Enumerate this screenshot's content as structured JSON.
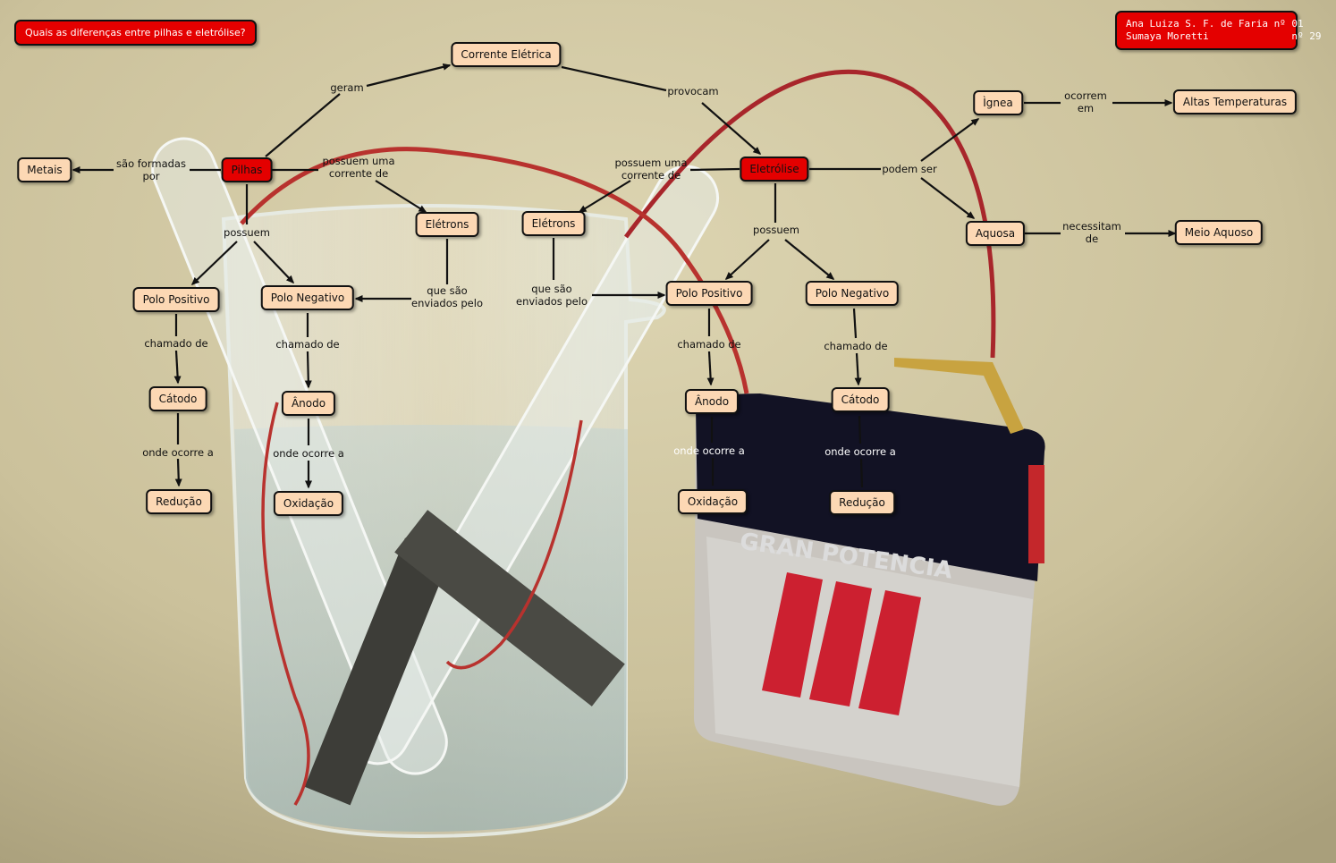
{
  "title_box": "Quais as diferenças entre pilhas e eletrólise?",
  "authors": [
    "Ana Luiza S. F. de Faria nº 01",
    "Sumaya Moretti              nº 29"
  ],
  "photo_text": "GRAN POTENCIA",
  "concepts": {
    "corrente": "Corrente Elétrica",
    "pilhas": "Pilhas",
    "eletrolise": "Eletrólise",
    "metais": "Metais",
    "eletrons_a": "Elétrons",
    "eletrons_b": "Elétrons",
    "polo_pos_a": "Polo Positivo",
    "polo_neg_a": "Polo Negativo",
    "polo_pos_b": "Polo Positivo",
    "polo_neg_b": "Polo Negativo",
    "catodo_a": "Cátodo",
    "anodo_a": "Ânodo",
    "anodo_b": "Ânodo",
    "catodo_b": "Cátodo",
    "reducao_a": "Redução",
    "oxidacao_a": "Oxidação",
    "oxidacao_b": "Oxidação",
    "reducao_b": "Redução",
    "ignea": "Ìgnea",
    "aquosa": "Aquosa",
    "altas": "Altas Temperaturas",
    "meio": "Meio Aquoso"
  },
  "links": {
    "geram": "geram",
    "provocam": "provocam",
    "sao_formadas": "são formadas\npor",
    "possuem_uma_a": "possuem uma\ncorrente de",
    "possuem_uma_b": "possuem uma\ncorrente de",
    "podem_ser": "podem ser",
    "possuem_a": "possuem",
    "possuem_b": "possuem",
    "que_sao_a": "que são\nenviados pelo",
    "que_sao_b": "que são\nenviados pelo",
    "chamado_1": "chamado de",
    "chamado_2": "chamado de",
    "chamado_3": "chamado de",
    "chamado_4": "chamado de",
    "onde_1": "onde ocorre a",
    "onde_2": "onde ocorre a",
    "onde_3": "onde ocorre a",
    "onde_4": "onde ocorre a",
    "ocorrem_em": "ocorrem\nem",
    "necessitam_de": "necessitam\nde"
  },
  "colors": {
    "concept_fill": "#fcd8b4",
    "key_fill": "#e40000",
    "border": "#111111",
    "background": "#cbc19b"
  }
}
